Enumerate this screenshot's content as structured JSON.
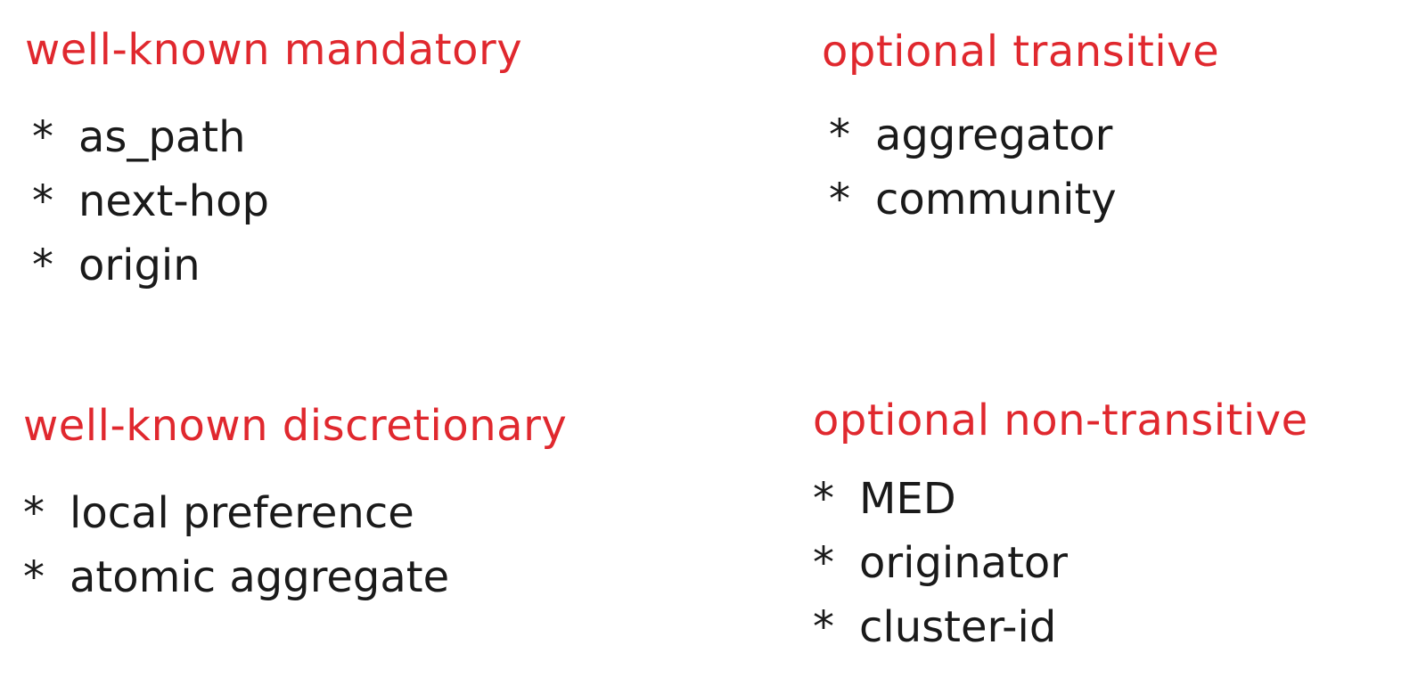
{
  "colors": {
    "heading": "#e0282e",
    "item": "#1a1a1a",
    "background": "#ffffff"
  },
  "groups": [
    {
      "title": "well-known mandatory",
      "items": [
        "as_path",
        "next-hop",
        "origin"
      ]
    },
    {
      "title": "optional transitive",
      "items": [
        "aggregator",
        "community"
      ]
    },
    {
      "title": "well-known discretionary",
      "items": [
        "local preference",
        "atomic aggregate"
      ]
    },
    {
      "title": "optional non-transitive",
      "items": [
        "MED",
        "originator",
        "cluster-id"
      ]
    }
  ],
  "bullet": "*"
}
